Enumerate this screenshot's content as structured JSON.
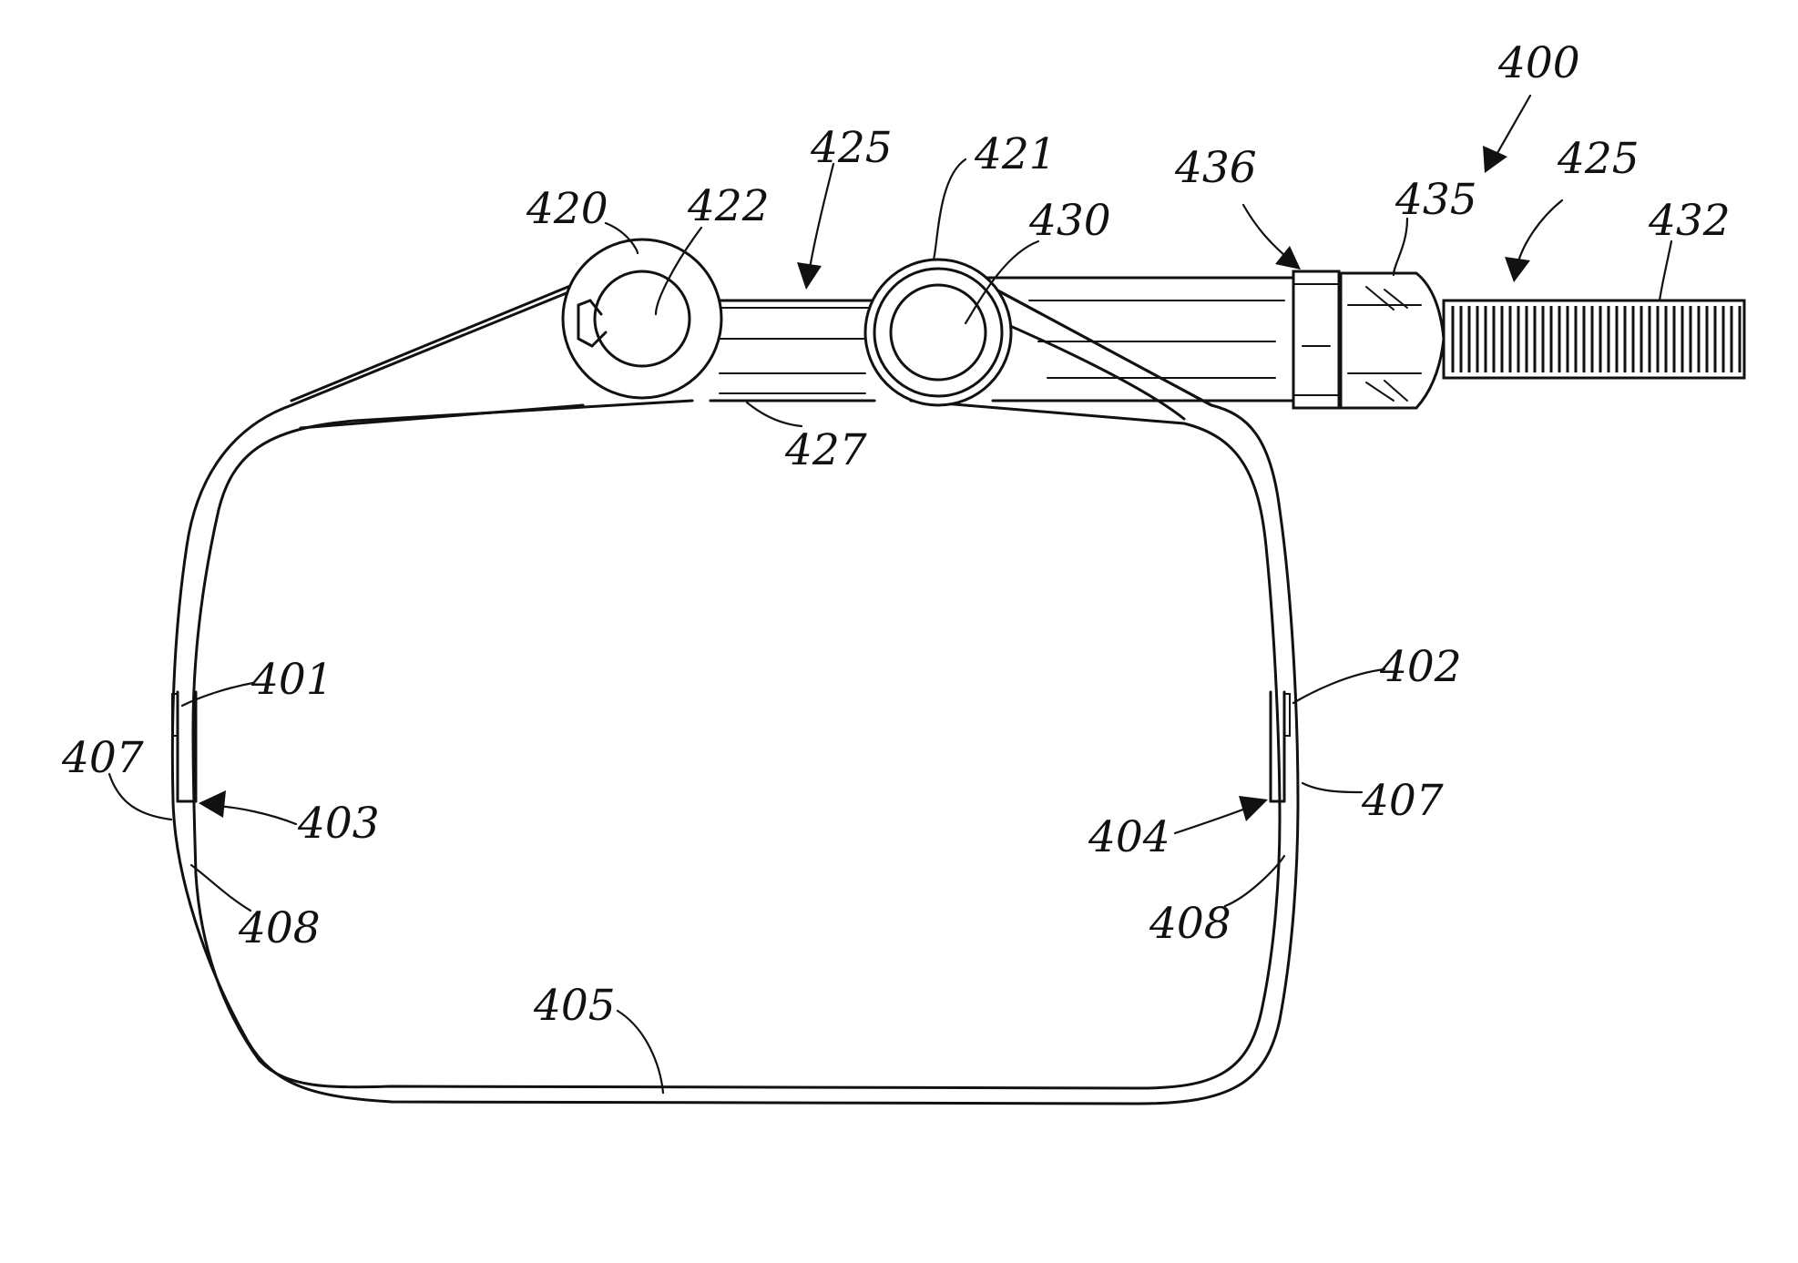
{
  "figure": {
    "labels": {
      "l400": "400",
      "l425_top": "425",
      "l421": "421",
      "l436": "436",
      "l425_right": "425",
      "l420": "420",
      "l422": "422",
      "l430": "430",
      "l435": "435",
      "l432": "432",
      "l427": "427",
      "l401": "401",
      "l402": "402",
      "l407_left": "407",
      "l407_right": "407",
      "l403": "403",
      "l404": "404",
      "l408_left": "408",
      "l408_right": "408",
      "l405": "405"
    }
  }
}
